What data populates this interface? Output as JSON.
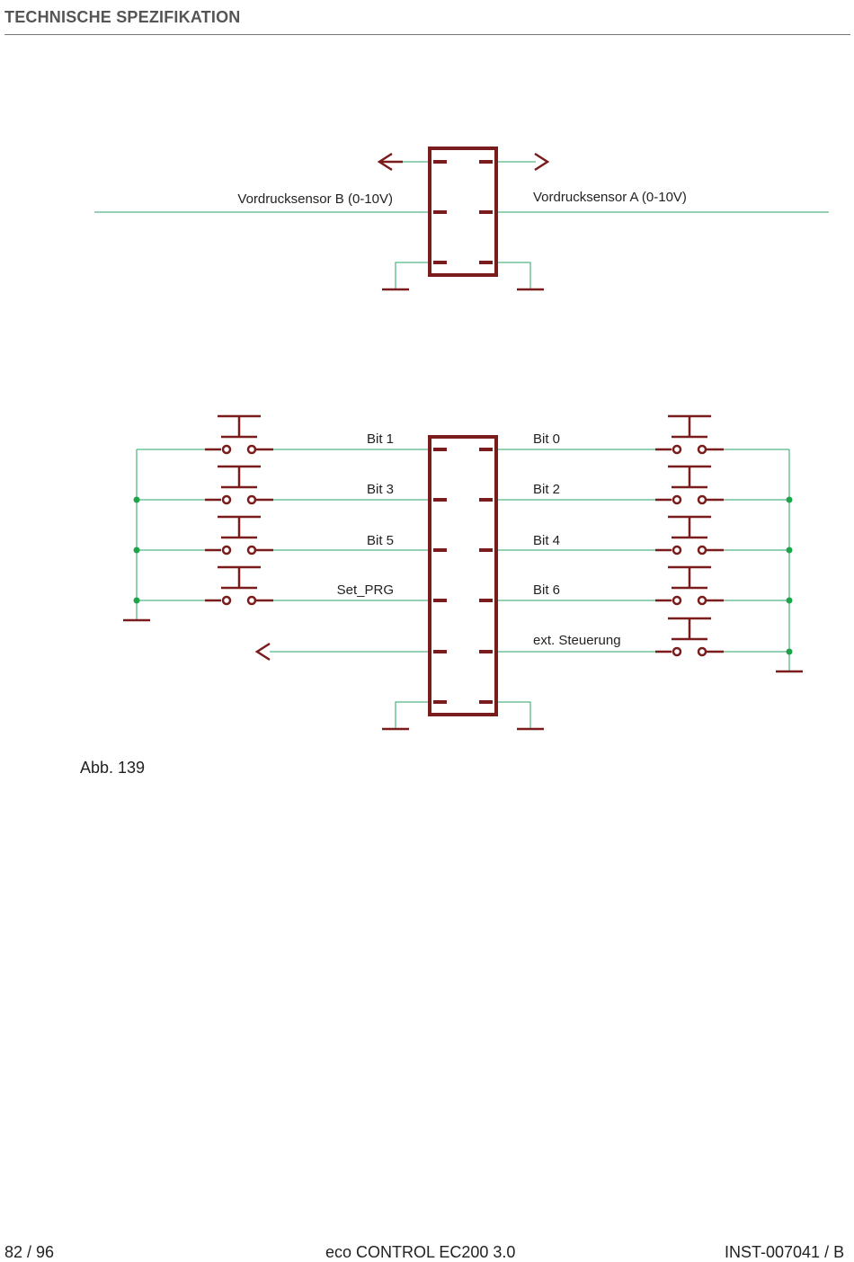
{
  "header": {
    "title": "TECHNISCHE SPEZIFIKATION"
  },
  "diagram1": {
    "left_label": "Vordrucksensor B (0-10V)",
    "right_label": "Vordrucksensor A (0-10V)"
  },
  "diagram2": {
    "left_labels": [
      "Bit 1",
      "Bit 3",
      "Bit 5",
      "Set_PRG"
    ],
    "right_labels": [
      "Bit 0",
      "Bit 2",
      "Bit 4",
      "Bit 6",
      "ext. Steuerung"
    ]
  },
  "caption": "Abb. 139",
  "footer": {
    "left": "82 / 96",
    "center": "eco CONTROL EC200 3.0",
    "right": "INST-007041 / B"
  },
  "colors": {
    "component": "#7a1c1c",
    "wire": "#2aa56a",
    "junction": "#1fa34a"
  }
}
